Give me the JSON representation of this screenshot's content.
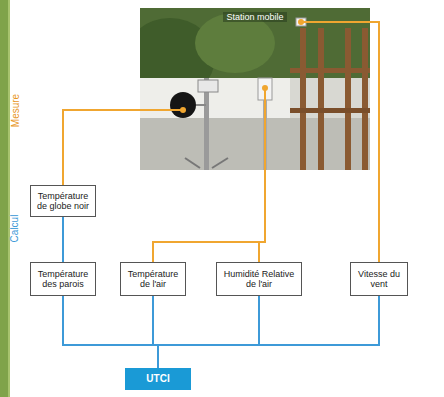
{
  "diagram": {
    "nodes": [
      {
        "text": [
          "Station mobile"
        ]
      },
      {
        "text": [
          "Température de globe noir"
        ]
      },
      {
        "text": [
          "Température des parois"
        ]
      },
      {
        "text": [
          "Température de l'air"
        ]
      },
      {
        "text": [
          "Humidité Relative de l'air"
        ]
      },
      {
        "text": [
          "Vitesse du vent"
        ]
      },
      {
        "text": [
          "UTCI"
        ]
      }
    ],
    "edges": [
      {
        "from": 0,
        "to": 1,
        "arrow": "none"
      },
      {
        "from": 0,
        "to": 3,
        "arrow": "none"
      },
      {
        "from": 0,
        "to": 4,
        "arrow": "none"
      },
      {
        "from": 0,
        "to": 5,
        "arrow": "none"
      },
      {
        "from": 1,
        "to": 2,
        "arrow": "none"
      },
      {
        "from": 2,
        "to": 6,
        "arrow": "none"
      },
      {
        "from": 3,
        "to": 6,
        "arrow": "none"
      },
      {
        "from": 4,
        "to": 6,
        "arrow": "none"
      },
      {
        "from": 5,
        "to": 6,
        "arrow": "none"
      }
    ],
    "labels": [
      "Mesure",
      "Calcul"
    ]
  }
}
